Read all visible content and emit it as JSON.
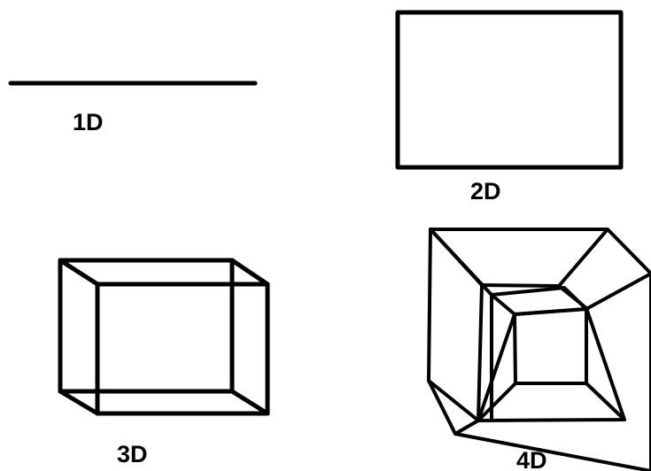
{
  "diagram": {
    "stroke_color": "#000000",
    "background_color": "#ffffff",
    "figures": {
      "one_d": {
        "label": "1D",
        "shape": "line-segment"
      },
      "two_d": {
        "label": "2D",
        "shape": "rectangle"
      },
      "three_d": {
        "label": "3D",
        "shape": "wireframe-cube"
      },
      "four_d": {
        "label": "4D",
        "shape": "tesseract-projection"
      }
    }
  }
}
